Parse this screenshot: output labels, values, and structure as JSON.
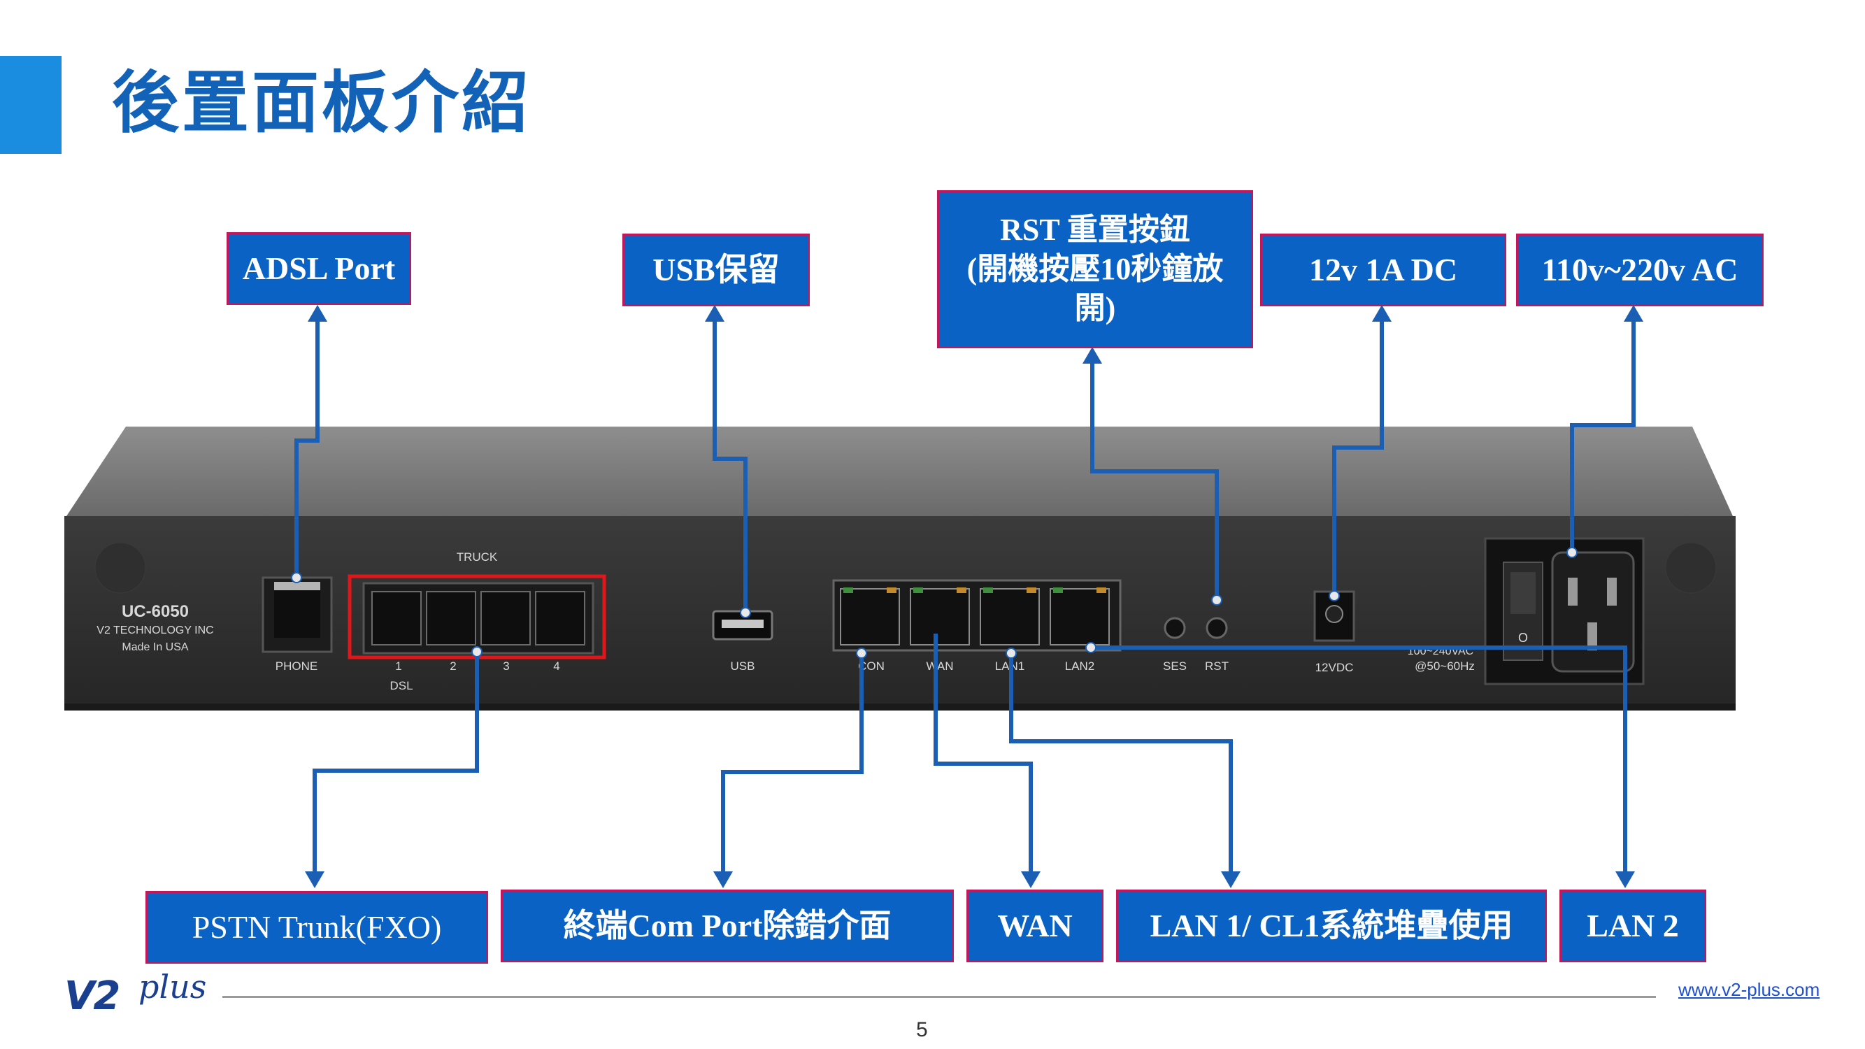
{
  "page": {
    "title": "後置面板介紹",
    "page_number": "5",
    "url": "www.v2-plus.com",
    "logo": {
      "main": "V2",
      "suffix": "plus"
    }
  },
  "colors": {
    "accent_bar": "#1a8de0",
    "title_text": "#1262b8",
    "label_fill": "#0a63c4",
    "label_border": "#c2185b",
    "connector_line": "#1a5fb4",
    "highlight_box": "#e0161b"
  },
  "callouts": {
    "top": [
      {
        "id": "adsl",
        "lines": [
          "ADSL Port"
        ]
      },
      {
        "id": "usb",
        "lines": [
          "USB保留"
        ]
      },
      {
        "id": "rst",
        "lines": [
          "RST 重置按鈕",
          "(開機按壓10秒鐘放",
          "開)"
        ]
      },
      {
        "id": "dc",
        "lines": [
          "12v 1A  DC"
        ]
      },
      {
        "id": "ac",
        "lines": [
          "110v~220v AC"
        ]
      }
    ],
    "bottom": [
      {
        "id": "pstn",
        "lines": [
          "PSTN Trunk(FXO)"
        ]
      },
      {
        "id": "console",
        "lines": [
          "終端Com Port除錯介面"
        ]
      },
      {
        "id": "wan",
        "lines": [
          "WAN"
        ]
      },
      {
        "id": "lan1",
        "lines": [
          "LAN 1/ CL1系統堆疊使用"
        ]
      },
      {
        "id": "lan2",
        "lines": [
          "LAN 2"
        ]
      }
    ]
  },
  "device": {
    "model": "UC-6050",
    "maker": "V2 TECHNOLOGY INC",
    "origin": "Made In USA",
    "labels": {
      "truck": "TRUCK",
      "phone": "PHONE",
      "dsl": "DSL",
      "p1": "1",
      "p2": "2",
      "p3": "3",
      "p4": "4",
      "usb": "USB",
      "con": "CON",
      "wan": "WAN",
      "lan1": "LAN1",
      "lan2": "LAN2",
      "ses": "SES",
      "rst": "RST",
      "dc": "12VDC",
      "ac_range": "100~240VAC",
      "ac_freq": "@50~60Hz"
    }
  }
}
